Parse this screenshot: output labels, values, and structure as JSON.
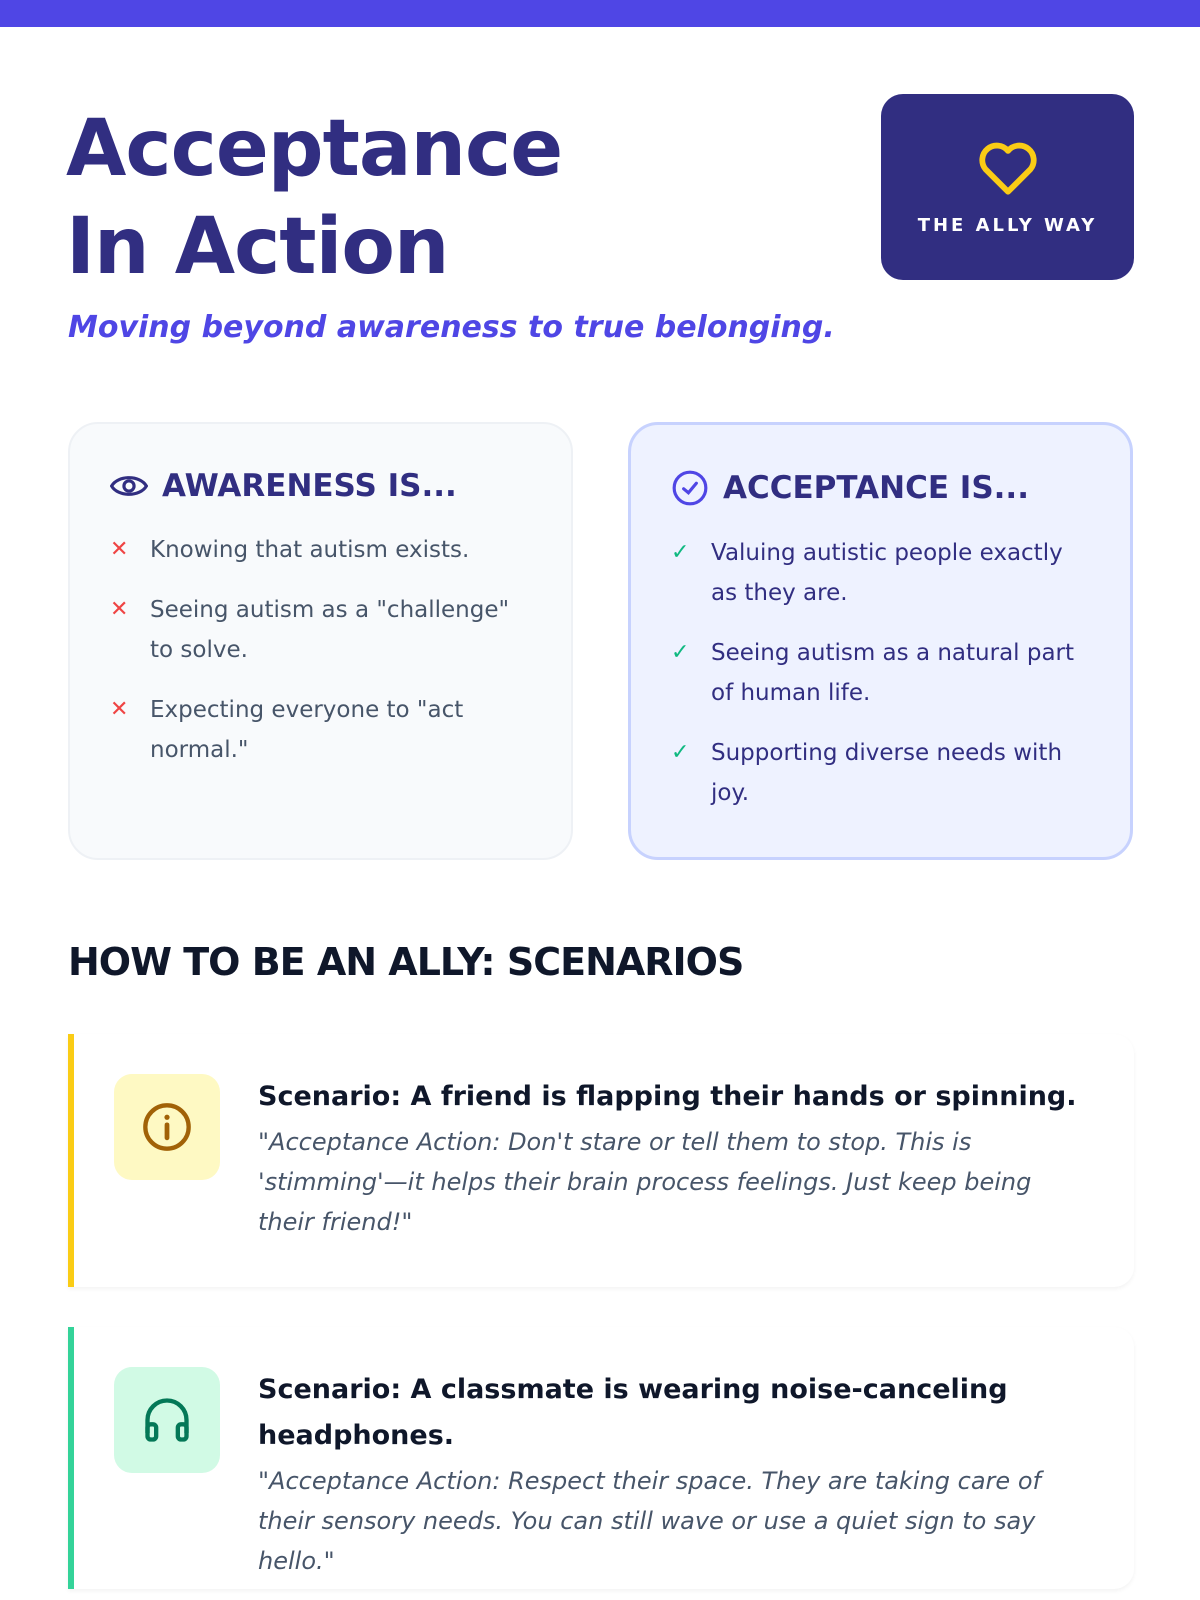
{
  "header": {
    "title_line1": "Acceptance",
    "title_line2": "In Action",
    "subtitle": "Moving beyond awareness to true belonging.",
    "badge_label": "THE ALLY WAY",
    "badge_icon": "heart-icon"
  },
  "awareness": {
    "title": "AWARENESS IS...",
    "icon": "eye-icon",
    "items": [
      "Knowing that autism exists.",
      "Seeing autism as a \"challenge\" to solve.",
      "Expecting everyone to \"act normal.\""
    ]
  },
  "acceptance": {
    "title": "ACCEPTANCE IS...",
    "icon": "check-circle-icon",
    "items": [
      "Valuing autistic people exactly as they are.",
      "Seeing autism as a natural part of human life.",
      "Supporting diverse needs with joy."
    ]
  },
  "marks": {
    "cross": "✕",
    "check": "✓"
  },
  "scenarios_heading": "HOW TO BE AN ALLY: SCENARIOS",
  "scenarios": [
    {
      "title": "Scenario: A friend is flapping their hands or spinning.",
      "text": "\"Acceptance Action: Don't stare or tell them to stop. This is 'stimming'—it helps their brain process feelings. Just keep being their friend!\"",
      "icon": "info-icon",
      "accent": "#FACC15"
    },
    {
      "title": "Scenario: A classmate is wearing noise-canceling headphones.",
      "text": "\"Acceptance Action: Respect their space. They are taking care of their sensory needs. You can still wave or use a quiet sign to say hello.\"",
      "icon": "headphones-icon",
      "accent": "#34D399"
    }
  ],
  "colors": {
    "primary": "#4F46E5",
    "navy": "#312E81",
    "gold": "#FACC15",
    "green": "#34D399"
  }
}
